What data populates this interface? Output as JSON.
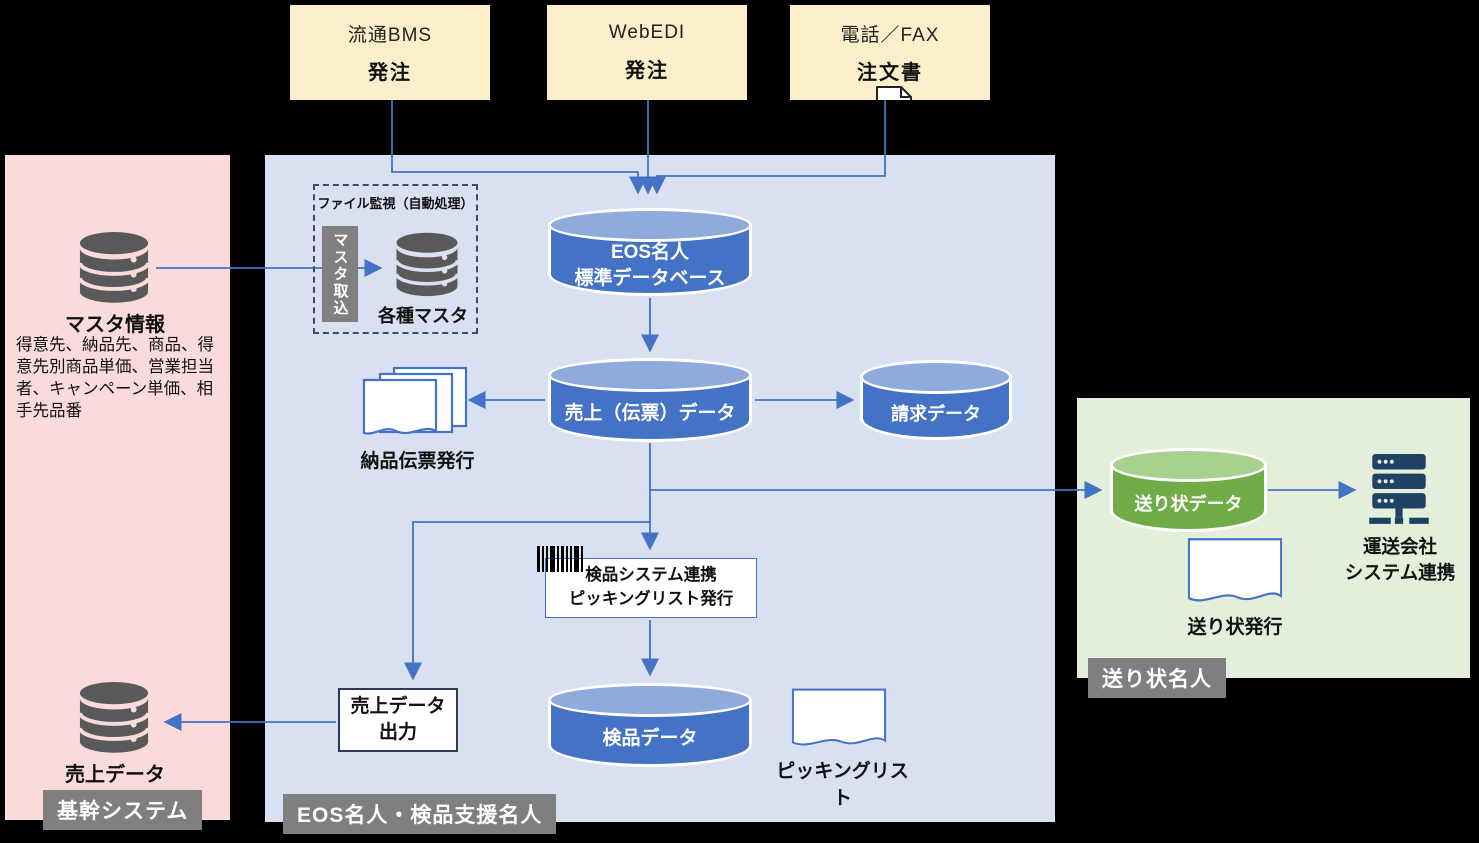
{
  "colors": {
    "background": "#000000",
    "source_box_yellow": "#FBEECB",
    "core_panel_pink": "#FADBDB",
    "eos_panel_blue": "#D8E0F1",
    "invoice_panel_green": "#E3EEDB",
    "cylinder_blue": "#4472C4",
    "cylinder_blue_top": "#8FAADC",
    "cylinder_green": "#70AD47",
    "cylinder_green_top": "#A9D18E",
    "tag_gray": "#7F7F7F",
    "database_icon_gray": "#595959",
    "server_icon_navy": "#1F4264",
    "arrow_blue": "#4472C4"
  },
  "icons": {
    "database-icon": "stacked-cylinder-disks",
    "document-icon": "page-with-wavy-bottom",
    "document-stack-icon": "three-overlapping-pages",
    "barcode-icon": "vertical-black-bars",
    "server-rack-icon": "three-bars-with-dots-and-base",
    "order-document-icon": "page-with-folded-corner"
  },
  "sources": [
    {
      "system": "流通BMS",
      "item": "発注"
    },
    {
      "system": "WebEDI",
      "item": "発注"
    },
    {
      "system": "電話／FAX",
      "item": "注文書"
    }
  ],
  "core_system": {
    "tag": "基幹システム",
    "master_info": {
      "title": "マスタ情報",
      "details": "得意先、納品先、商品、得意先別商品単価、営業担当者、キャンペーン単価、相手先品番"
    },
    "sales_data": {
      "title": "売上データ"
    }
  },
  "eos_system": {
    "tag": "EOS名人・検品支援名人",
    "file_monitor": {
      "title": "ファイル監視（自動処理）",
      "master_import": "マスタ取込",
      "various_masters": "各種マスタ"
    },
    "eos_db": {
      "line1": "EOS名人",
      "line2": "標準データベース"
    },
    "sales_slip_db": {
      "title": "売上（伝票）データ"
    },
    "billing_db": {
      "title": "請求データ"
    },
    "delivery_slip_issue": {
      "title": "納品伝票発行"
    },
    "inspection_link_box": {
      "line1": "検品システム連携",
      "line2": "ピッキングリスト発行"
    },
    "inspection_db": {
      "title": "検品データ"
    },
    "picking_list": {
      "title": "ピッキングリスト"
    },
    "sales_data_output": {
      "line1": "売上データ",
      "line2": "出力"
    }
  },
  "invoice_system": {
    "tag": "送り状名人",
    "invoice_db": {
      "title": "送り状データ"
    },
    "invoice_issue": {
      "title": "送り状発行"
    },
    "carrier_link": {
      "line1": "運送会社",
      "line2": "システム連携"
    }
  }
}
